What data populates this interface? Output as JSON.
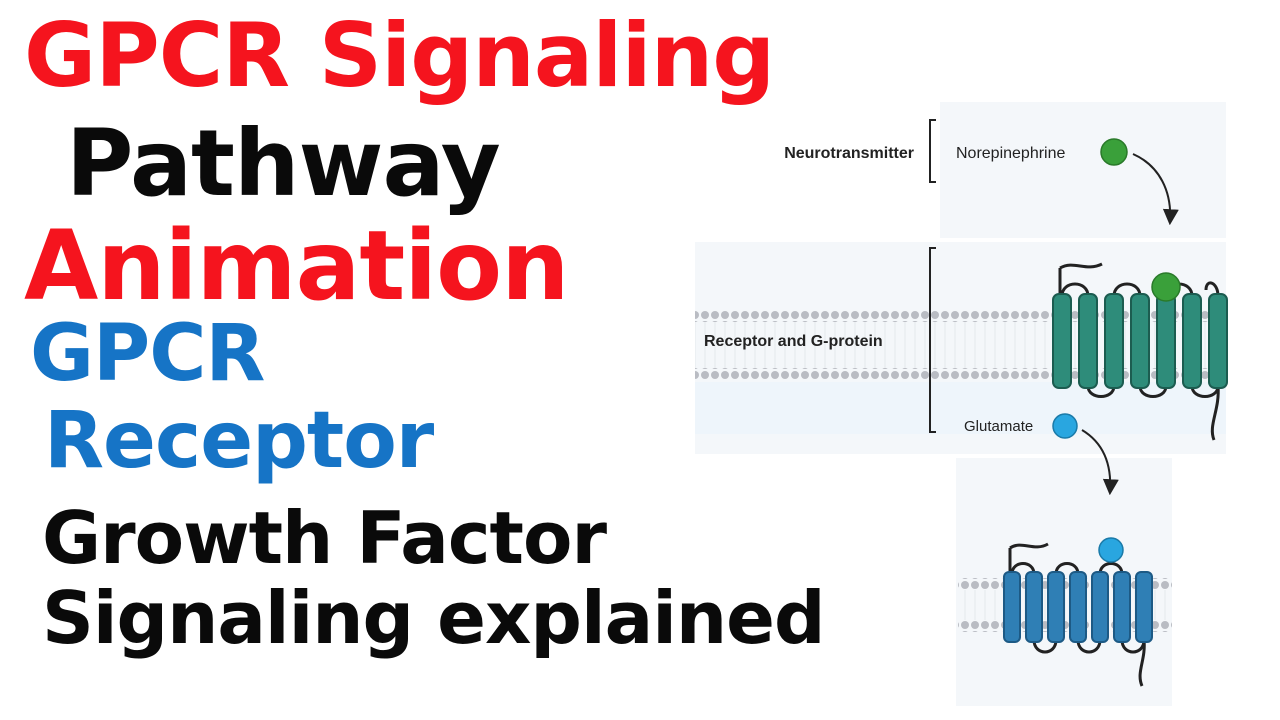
{
  "title": {
    "line1": "GPCR Signaling",
    "line2": "Pathway",
    "line3": "Animation",
    "line4": "GPCR",
    "line5": "Receptor",
    "line6": "Growth Factor",
    "line7": "Signaling explained"
  },
  "colors": {
    "title_red": "#f5141e",
    "title_black": "#0a0a0a",
    "title_blue": "#1674c6",
    "receptor_green": "#2e8c7a",
    "receptor_blue": "#2f7fb5",
    "ligand_green": "#3aa03a",
    "ligand_blue": "#29a6e0",
    "membrane_dots": "#b9bcc3",
    "membrane_fill": "#eef5fb"
  },
  "diagram": {
    "neurotransmitter_label": "Neurotransmitter",
    "norepinephrine_label": "Norepinephrine",
    "receptor_label": "Receptor and G-protein",
    "glutamate_label": "Glutamate",
    "icons": [
      "norepinephrine-ligand-icon",
      "glutamate-ligand-icon",
      "arrow-icon",
      "receptor-icon",
      "bracket-icon"
    ]
  }
}
